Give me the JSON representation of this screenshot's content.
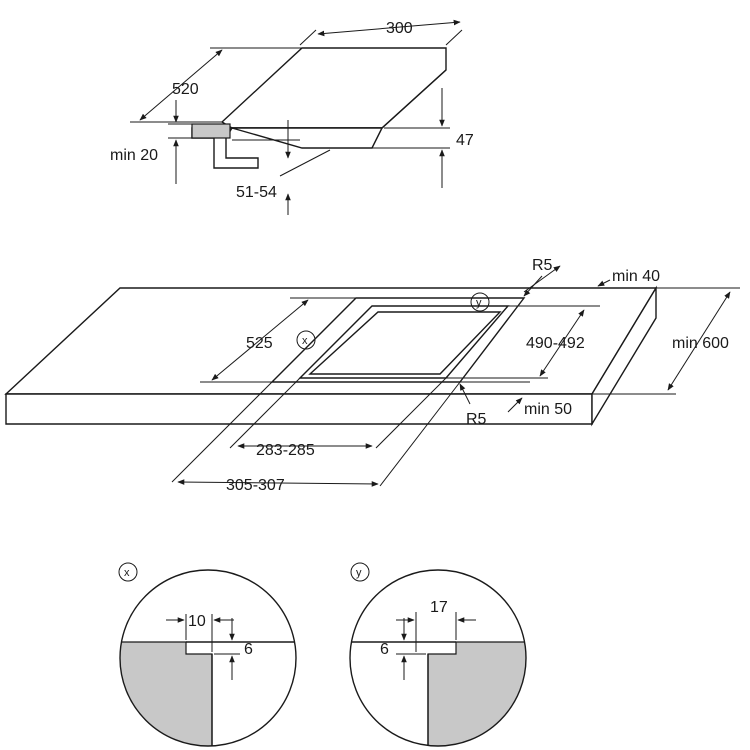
{
  "hob_view": {
    "width_label": "300",
    "depth_label": "520",
    "height_label": "47",
    "min_wall_label": "min 20",
    "insert_label": "51-54"
  },
  "cutout_view": {
    "radius_top_label": "R5",
    "radius_bottom_label": "R5",
    "back_clearance_label": "min 40",
    "front_clearance_label": "min 50",
    "worktop_depth_label": "min 600",
    "cutout_depth_outer_label": "525",
    "cutout_depth_inner_label": "490-492",
    "cutout_width_inner_label": "283-285",
    "cutout_width_outer_label": "305-307",
    "marker_x": "x",
    "marker_y": "y"
  },
  "detail_x": {
    "marker": "x",
    "width_label": "10",
    "depth_label": "6"
  },
  "detail_y": {
    "marker": "y",
    "width_label": "17",
    "depth_label": "6"
  }
}
